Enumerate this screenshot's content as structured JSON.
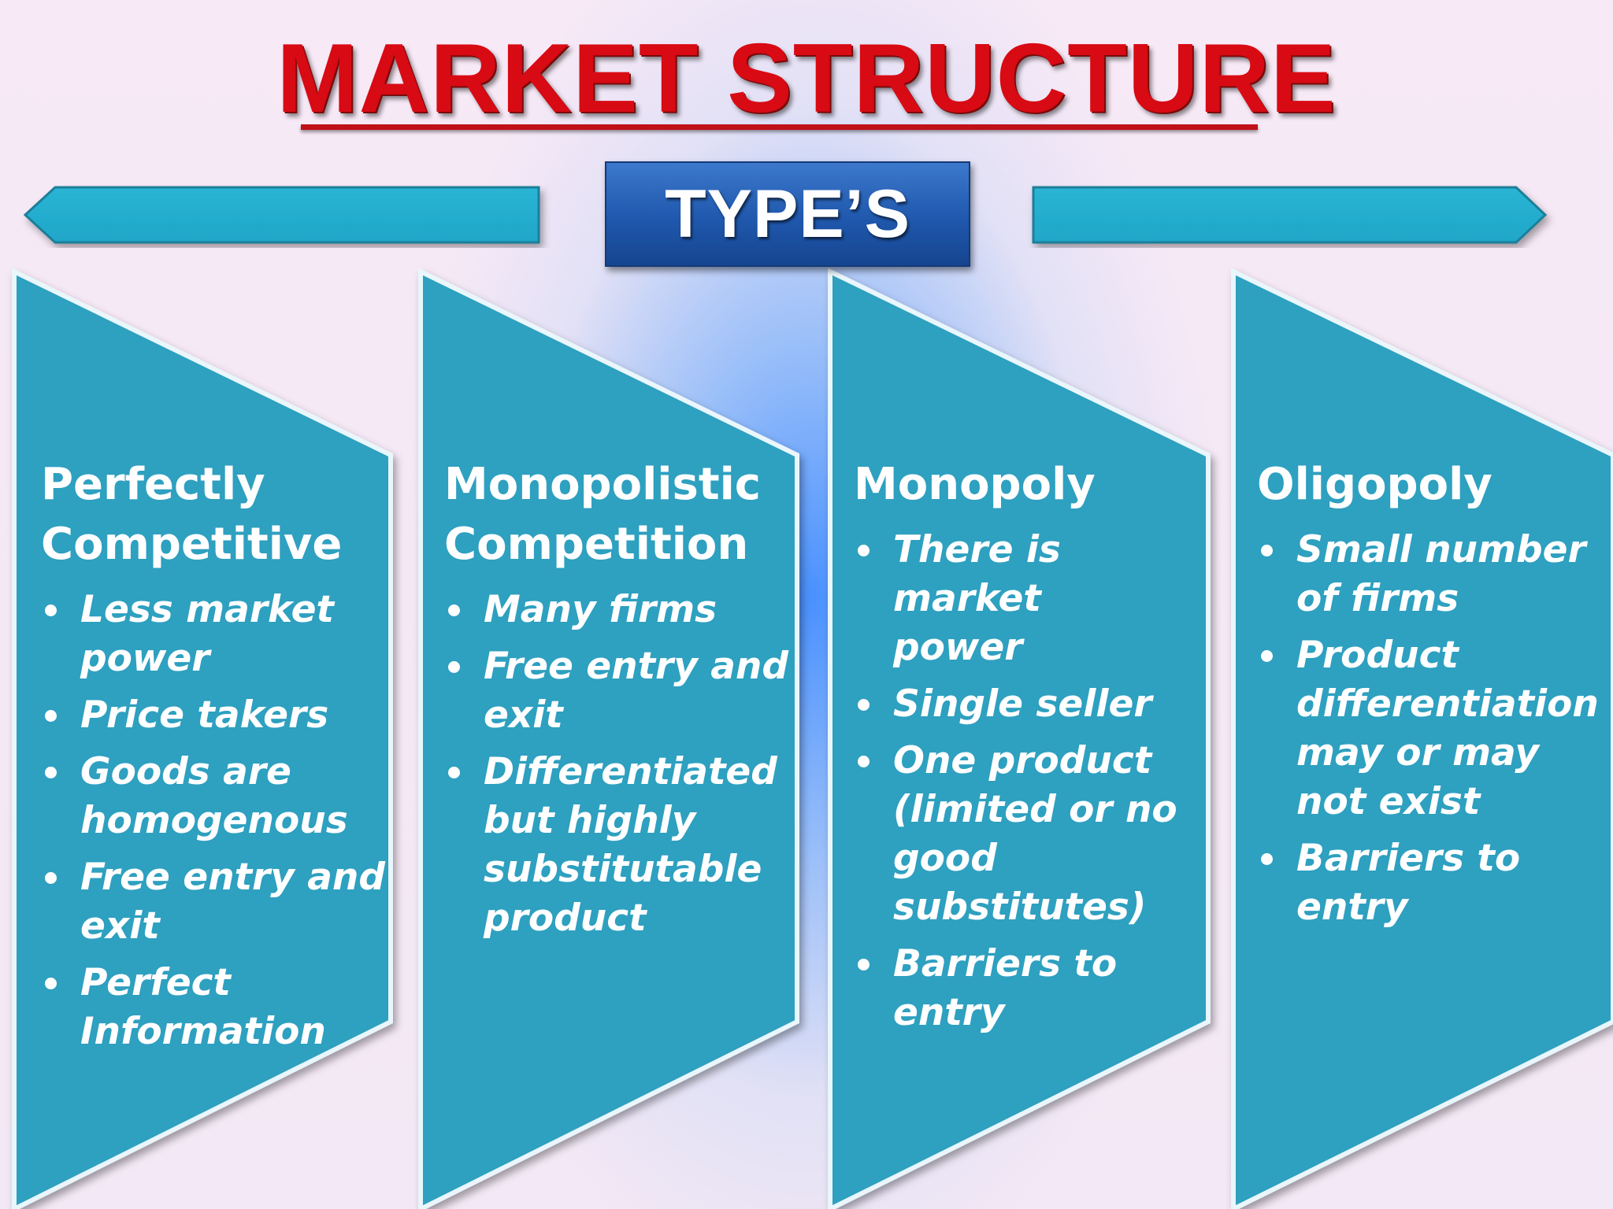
{
  "title": "MARKET STRUCTURE",
  "types_label": "TYPE’S",
  "colors": {
    "title": "#d80a14",
    "panel": "#2fa0c0",
    "arrow": "#24adce",
    "types_box": "#1f58ad",
    "background_center": "#408cff",
    "background_edge": "#f3e8f5"
  },
  "panels": [
    {
      "title": [
        "Perfectly",
        "Competitive"
      ],
      "items": [
        [
          "Less market",
          "power"
        ],
        [
          "Price takers"
        ],
        [
          "Goods are",
          "homogenous"
        ],
        [
          "Free entry and",
          "exit"
        ],
        [
          "Perfect",
          "Information"
        ]
      ]
    },
    {
      "title": [
        "Monopolistic",
        "Competition"
      ],
      "items": [
        [
          "Many firms"
        ],
        [
          "Free entry and",
          "exit"
        ],
        [
          "Differentiated",
          "but highly",
          "substitutable",
          "product"
        ]
      ]
    },
    {
      "title": [
        "Monopoly"
      ],
      "items": [
        [
          "There is market",
          "power"
        ],
        [
          "Single seller"
        ],
        [
          "One product",
          "(limited or no",
          "good",
          "substitutes)"
        ],
        [
          "Barriers to",
          "entry"
        ]
      ]
    },
    {
      "title": [
        "Oligopoly"
      ],
      "items": [
        [
          "Small number",
          "of firms"
        ],
        [
          "Product",
          "differentiation",
          "may or may",
          "not exist"
        ],
        [
          "Barriers to",
          "entry"
        ]
      ]
    }
  ]
}
